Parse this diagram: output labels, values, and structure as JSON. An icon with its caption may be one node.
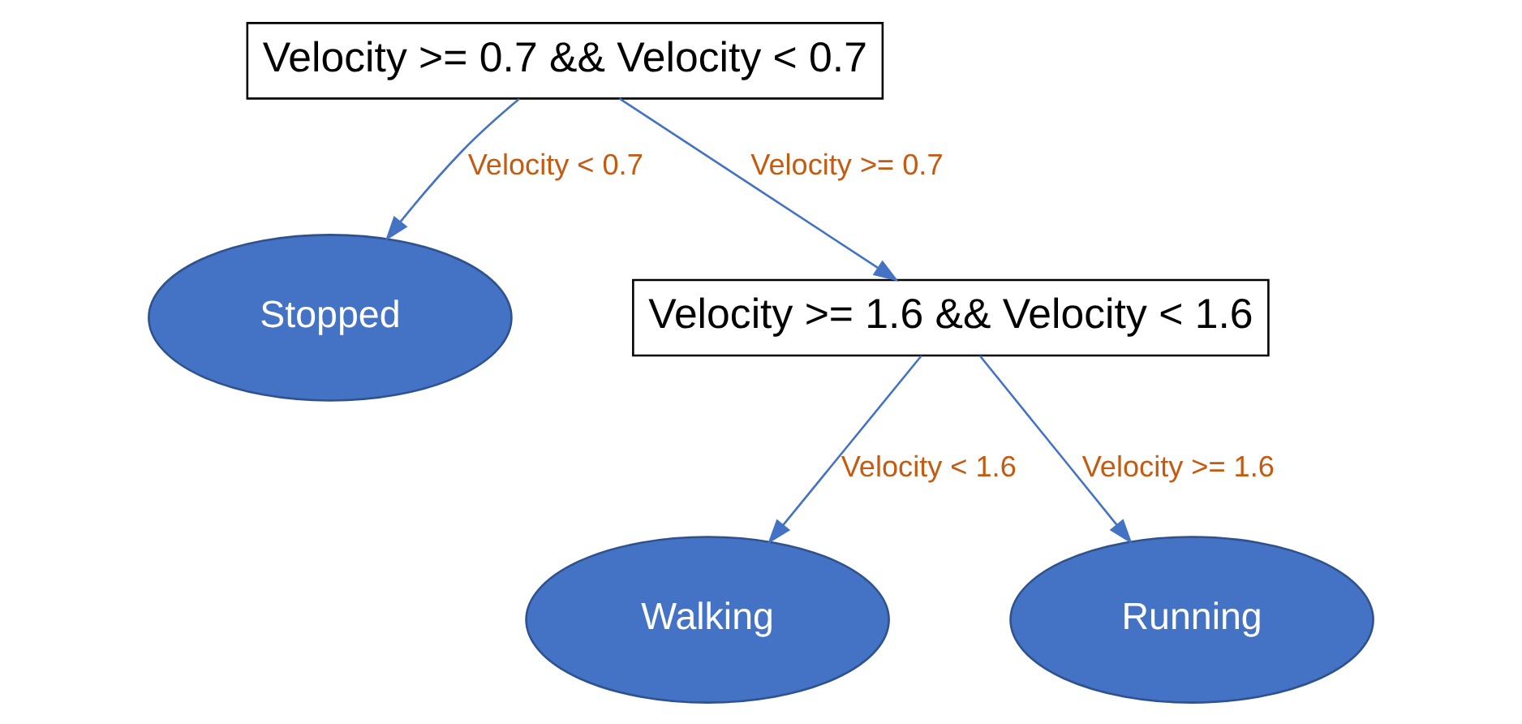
{
  "diagram": {
    "nodes": [
      {
        "text": [
          "Velocity >= 0.7 && Velocity < 0.7"
        ]
      },
      {
        "text": [
          "Stopped"
        ]
      },
      {
        "text": [
          "Velocity >= 1.6 && Velocity < 1.6"
        ]
      },
      {
        "text": [
          "Walking"
        ]
      },
      {
        "text": [
          "Running"
        ]
      }
    ],
    "edges": [
      {
        "from": 0,
        "to": 1,
        "arrow": "to",
        "label": "Velocity < 0.7"
      },
      {
        "from": 0,
        "to": 2,
        "arrow": "to",
        "label": "Velocity >= 0.7"
      },
      {
        "from": 2,
        "to": 3,
        "arrow": "to",
        "label": "Velocity < 1.6"
      },
      {
        "from": 2,
        "to": 4,
        "arrow": "to",
        "label": "Velocity >= 1.6"
      }
    ]
  }
}
